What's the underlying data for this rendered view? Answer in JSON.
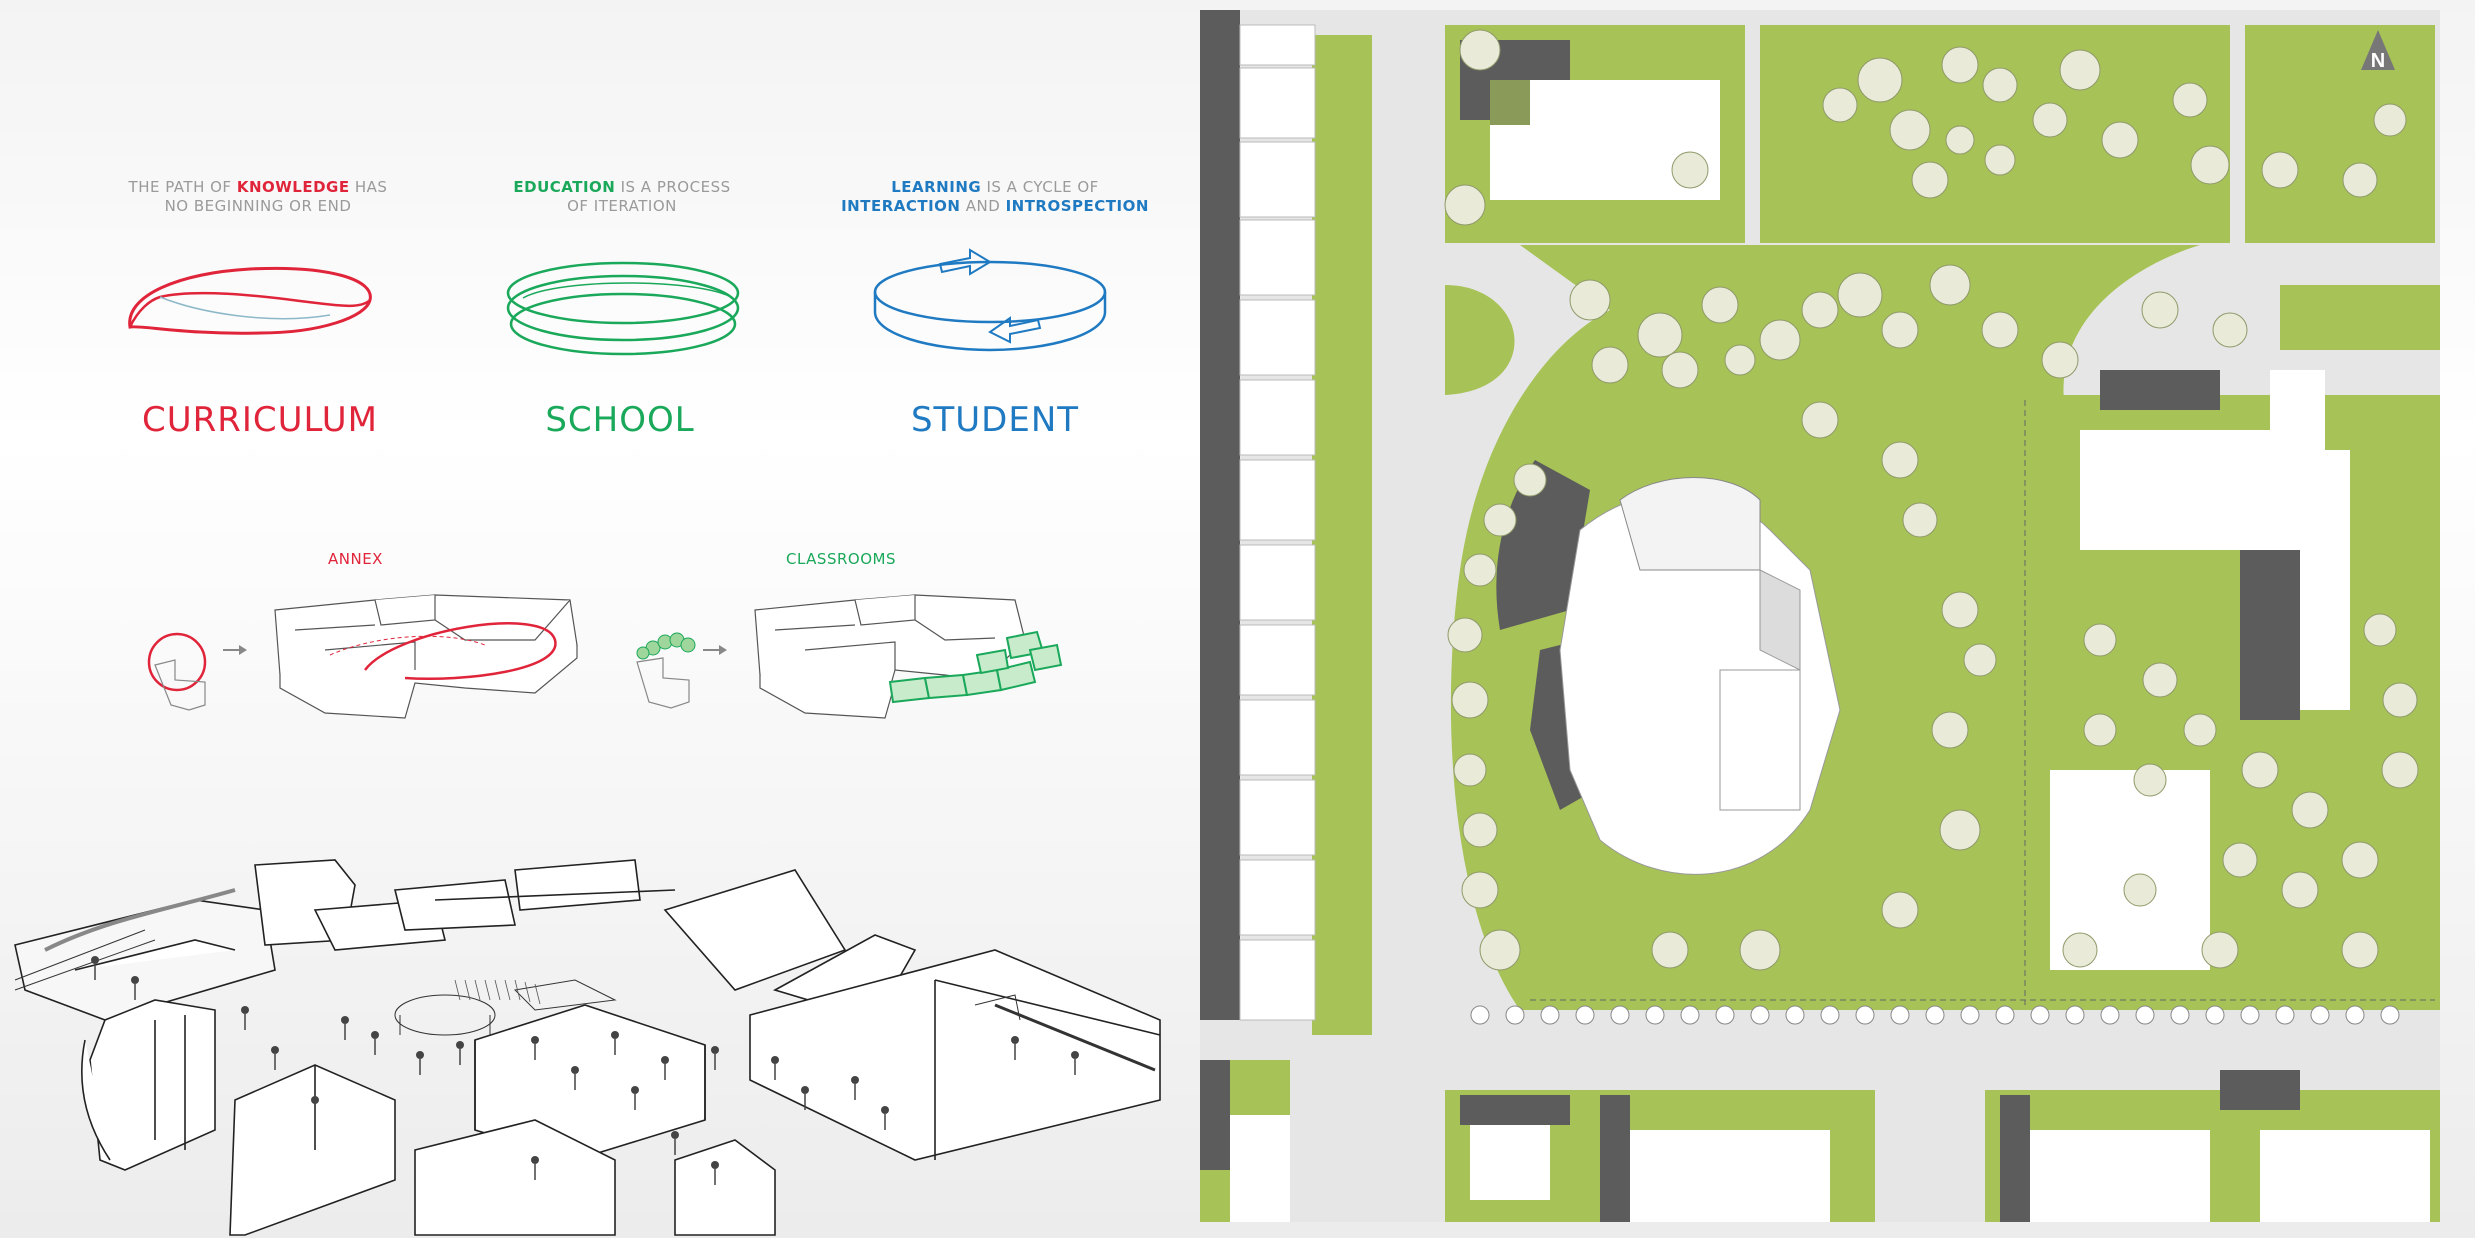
{
  "concepts": [
    {
      "id": "curriculum",
      "caption_pre": "THE PATH OF ",
      "caption_em": "KNOWLEDGE",
      "caption_mid": " HAS",
      "caption_line2": "NO BEGINNING OR END",
      "title": "CURRICULUM",
      "color": "#e0243a"
    },
    {
      "id": "school",
      "caption_em": "EDUCATION",
      "caption_mid": " IS A PROCESS",
      "caption_line2": "OF ITERATION",
      "title": "SCHOOL",
      "color": "#1aa85a"
    },
    {
      "id": "student",
      "caption_em": "LEARNING",
      "caption_mid": " IS A CYCLE OF",
      "caption_em2": "INTERACTION",
      "caption_and": " AND ",
      "caption_em3": "INTROSPECTION",
      "title": "STUDENT",
      "color": "#1f7ac2"
    }
  ],
  "diagram_labels": {
    "annex": "ANNEX",
    "classrooms": "CLASSROOMS"
  },
  "site_plan": {
    "north_label": "N",
    "colors": {
      "lawn": "#a7c257",
      "lawn_dark": "#97b34b",
      "road": "#e6e6e6",
      "building_shadow": "#5c5c5c",
      "building_roof": "#ffffff",
      "tree_fill": "#e9ead8"
    }
  }
}
